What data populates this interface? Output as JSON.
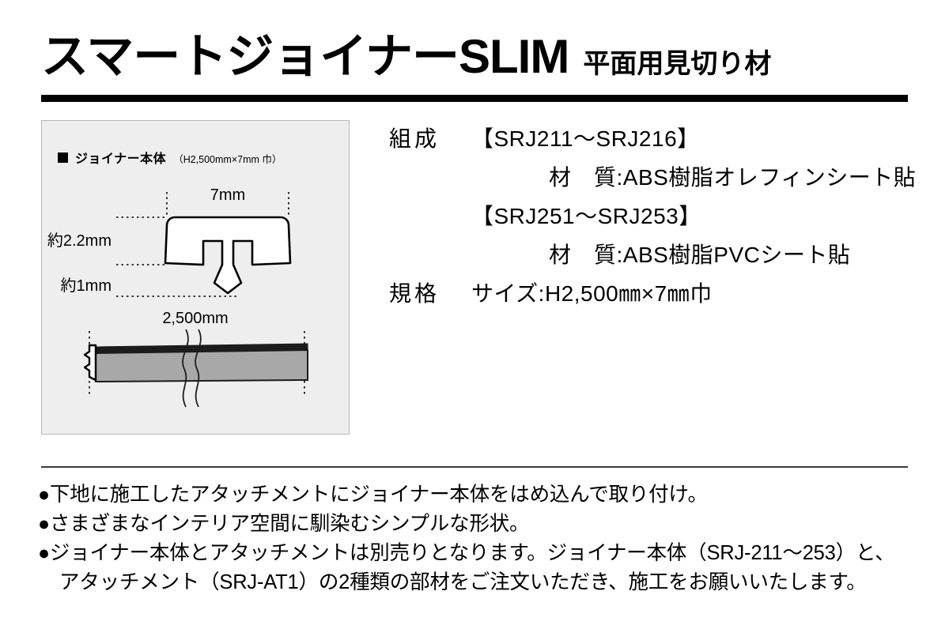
{
  "header": {
    "title": "スマートジョイナーSLIM",
    "subtitle": "平面用見切り材"
  },
  "diagram": {
    "caption_marker": "square-marker",
    "caption_title": "ジョイナー本体",
    "caption_note": "（H2,500mm×7mm 巾）",
    "profile": {
      "width_label": "7mm",
      "height_label": "約2.2mm",
      "tab_label": "約1mm"
    },
    "length": {
      "label": "2,500mm"
    },
    "colors": {
      "panel_background": "#eeeeee",
      "panel_border": "#b9b9b9",
      "bar_fill": "#a8a8a8",
      "outline": "#000000"
    }
  },
  "spec": {
    "lines": [
      {
        "label": "組成",
        "value": "【SRJ211〜SRJ216】",
        "indent": false
      },
      {
        "label": "",
        "value": "材　質:ABS樹脂オレフィンシート貼",
        "indent": true
      },
      {
        "label": "",
        "value": "【SRJ251〜SRJ253】",
        "indent": false
      },
      {
        "label": "",
        "value": "材　質:ABS樹脂PVCシート貼",
        "indent": true
      },
      {
        "label": "規格",
        "value": "サイズ:H2,500㎜×7㎜巾",
        "indent": false
      }
    ]
  },
  "notes": {
    "bullet": "●",
    "items": [
      {
        "line1": "下地に施工したアタッチメントにジョイナー本体をはめ込んで取り付け。",
        "line2": ""
      },
      {
        "line1": "さまざまなインテリア空間に馴染むシンプルな形状。",
        "line2": ""
      },
      {
        "line1": "ジョイナー本体とアタッチメントは別売りとなります。ジョイナー本体（SRJ-211〜253）と、",
        "line2": "アタッチメント（SRJ-AT1）の2種類の部材をご注文いただき、施工をお願いいたします。"
      }
    ]
  }
}
